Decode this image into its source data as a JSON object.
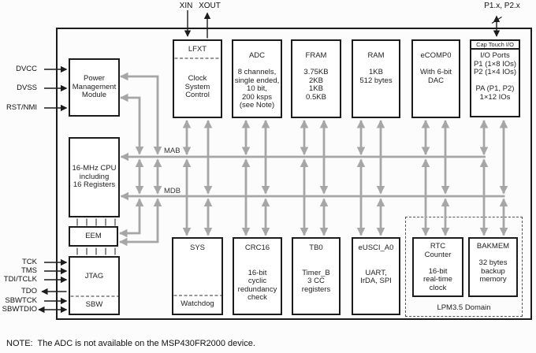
{
  "external_labels": {
    "xin": "XIN",
    "xout": "XOUT",
    "ports": "P1.x, P2.x"
  },
  "pins": {
    "power": [
      "DVCC",
      "DVSS",
      "RST/NMI"
    ],
    "debug": [
      "TCK",
      "TMS",
      "TDI/TCLK",
      "TDO",
      "SBWTCK",
      "SBWTDIO"
    ]
  },
  "buses": {
    "address": "MAB",
    "data": "MDB"
  },
  "blocks": {
    "pmm": {
      "lines": [
        "Power",
        "Management",
        "Module"
      ]
    },
    "cpu": {
      "lines": [
        "16-MHz CPU",
        "including",
        "16 Registers"
      ]
    },
    "eem": {
      "lines": [
        "EEM"
      ]
    },
    "jtag": {
      "top": "JTAG",
      "bottom": "SBW"
    },
    "clock": {
      "top": "LFXT",
      "lines": [
        "Clock",
        "System",
        "Control"
      ]
    },
    "adc": {
      "lines": [
        "ADC",
        "",
        "8 channels,",
        "single ended,",
        "10 bit,",
        "200 ksps",
        "(see Note)"
      ]
    },
    "fram": {
      "lines": [
        "FRAM",
        "",
        "3.75KB",
        "2KB",
        "1KB",
        "0.5KB"
      ]
    },
    "ram": {
      "lines": [
        "RAM",
        "",
        "1KB",
        "512 bytes"
      ]
    },
    "ecomp": {
      "lines": [
        "eCOMP0",
        "",
        "With 6-bit",
        "DAC"
      ]
    },
    "captouch": {
      "header": "Cap Touch I/O",
      "lines": [
        "I/O Ports",
        "P1 (1×8 IOs)",
        "P2 (1×4 IOs)",
        "",
        "PA (P1, P2)",
        "1×12 IOs"
      ]
    },
    "sys": {
      "top": "SYS",
      "bottom": "Watchdog"
    },
    "crc": {
      "lines": [
        "CRC16",
        "",
        "",
        "16-bit",
        "cyclic",
        "redundancy",
        "check"
      ]
    },
    "tb0": {
      "lines": [
        "TB0",
        "",
        "",
        "Timer_B",
        "3 CC",
        "registers"
      ]
    },
    "eusci": {
      "lines": [
        "eUSCI_A0",
        "",
        "",
        "UART,",
        "IrDA, SPI"
      ]
    },
    "rtc": {
      "lines": [
        "RTC",
        "Counter",
        "",
        "16-bit",
        "real-time",
        "clock"
      ]
    },
    "bakmem": {
      "lines": [
        "BAKMEM",
        "",
        "32 bytes",
        "backup",
        "memory"
      ]
    }
  },
  "lpm_domain": {
    "label": "LPM3.5 Domain"
  },
  "note": "NOTE:  The ADC is not available on the MSP430FR2000 device.",
  "colors": {
    "arrow_gray": "#a6a6a6",
    "line_black": "#1c1c1c"
  }
}
